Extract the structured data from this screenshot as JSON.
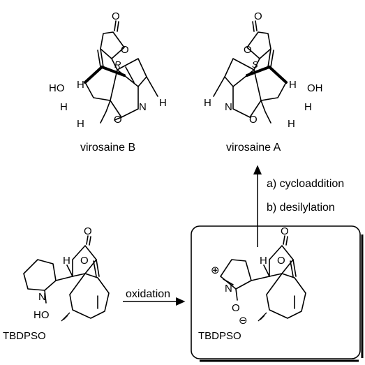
{
  "molecules": {
    "virosaine_b": {
      "name": "virosaine B",
      "labels": {
        "O_carbonyl": "O",
        "O_lactone": "O",
        "R": "R",
        "HO": "HO",
        "H1": "H",
        "H2": "H",
        "H3": "H",
        "O_ring": "O",
        "N": "N",
        "H4": "H"
      }
    },
    "virosaine_a": {
      "name": "virosaine A",
      "labels": {
        "O_carbonyl": "O",
        "O_lactone": "O",
        "S": "S",
        "OH": "OH",
        "H1": "H",
        "H2": "H",
        "H3": "H",
        "O_ring": "O",
        "N": "N",
        "H4": "H"
      }
    },
    "starting_material": {
      "labels": {
        "O_carbonyl": "O",
        "O_lactone": "O",
        "H": "H",
        "N": "N",
        "HO": "HO",
        "TBDPSO": "TBDPSO"
      }
    },
    "nitrone": {
      "labels": {
        "O_carbonyl": "O",
        "O_lactone": "O",
        "H": "H",
        "N": "N",
        "N_charge": "⊕",
        "O_minus": "O",
        "O_charge": "⊖",
        "TBDPSO": "TBDPSO"
      }
    }
  },
  "arrows": {
    "oxidation": {
      "label": "oxidation"
    },
    "vertical": {
      "step_a": "a) cycloaddition",
      "step_b": "b) desilylation"
    }
  }
}
